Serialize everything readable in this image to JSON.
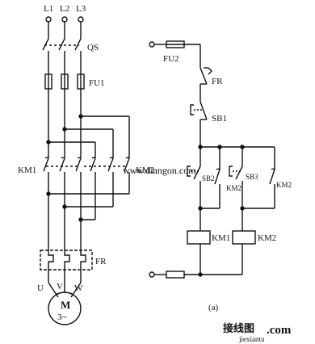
{
  "figure": {
    "caption": "(a)"
  },
  "main_circuit": {
    "phases": [
      "L1",
      "L2",
      "L3"
    ],
    "switch_label": "QS",
    "fuse_label": "FU1",
    "forward_contactor_label": "KM1",
    "reverse_contactor_label": "KM2",
    "overload_label": "FR",
    "motor_terminals": [
      "U",
      "V",
      "W"
    ],
    "motor_label": "M",
    "motor_phase": "3~"
  },
  "control_circuit": {
    "fuse_label": "FU2",
    "overload_contact_label": "FR",
    "stop_button_label": "SB1",
    "forward_button_label": "SB2",
    "reverse_button_label": "SB3",
    "interlock_in_forward_branch": "KM2",
    "interlock_in_reverse_branch": "KM2",
    "coil_1_label": "KM1",
    "coil_2_label": "KM2"
  },
  "watermark": {
    "url": "www.diangon.com",
    "site_cn": "接线图",
    "site_com": ".com",
    "site_footer": "jiexiantu"
  }
}
